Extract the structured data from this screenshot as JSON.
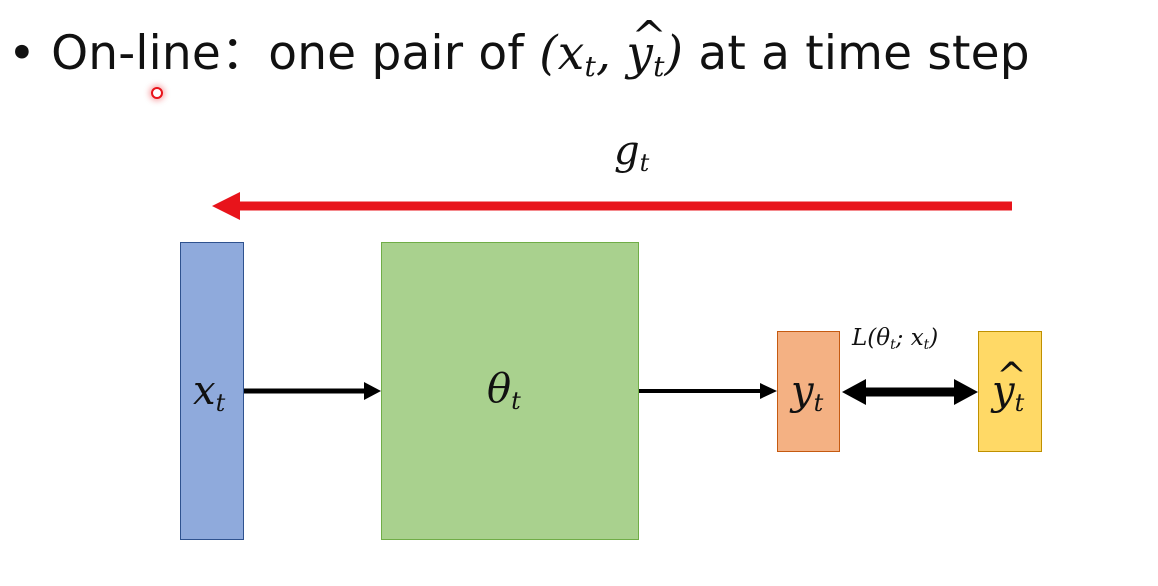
{
  "bullet": {
    "marker": "•",
    "text_prefix": "On-line：one pair of",
    "math_x": "x",
    "math_x_sub": "t",
    "math_sep": ",",
    "math_y": "y",
    "math_y_sub": "t",
    "text_suffix": "at a time step"
  },
  "diagram": {
    "gradient_label": "g",
    "gradient_sub": "t",
    "input_label": "x",
    "input_sub": "t",
    "model_label": "θ",
    "model_sub": "t",
    "output_label": "y",
    "output_sub": "t",
    "target_label": "y",
    "target_sub": "t",
    "loss_label_pre": "L(θ",
    "loss_label_sub": "t",
    "loss_label_mid": "; x",
    "loss_label_sub2": "t",
    "loss_label_post": ")"
  },
  "colors": {
    "input_box": "#8faadc",
    "model_box": "#a9d18e",
    "output_box": "#f4b183",
    "target_box": "#ffd966",
    "gradient_arrow": "#e8141b",
    "flow_arrow": "#000000"
  },
  "icons": {
    "pointer": "laser-pointer-dot"
  }
}
